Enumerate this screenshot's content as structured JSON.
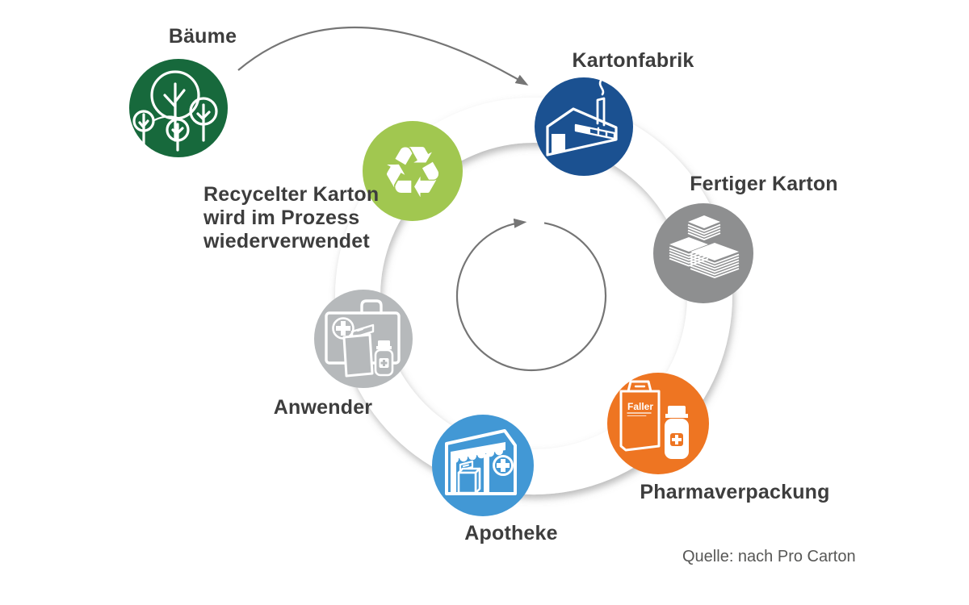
{
  "diagram": {
    "source_note": "Quelle: nach Pro Carton",
    "cycle_direction": "clockwise",
    "brand_on_package": "Faller",
    "nodes": [
      {
        "id": "baeume",
        "label": "Bäume",
        "color": "#17693c",
        "icon": "trees-icon"
      },
      {
        "id": "kartonfabrik",
        "label": "Kartonfabrik",
        "color": "#1b5191",
        "icon": "factory-icon"
      },
      {
        "id": "fertiger-karton",
        "label": "Fertiger Karton",
        "color": "#8e8f90",
        "icon": "carton-stack-icon"
      },
      {
        "id": "pharmaverpackung",
        "label": "Pharmaverpackung",
        "color": "#ee7522",
        "icon": "pharma-package-icon"
      },
      {
        "id": "apotheke",
        "label": "Apotheke",
        "color": "#4298d5",
        "icon": "pharmacy-icon"
      },
      {
        "id": "anwender",
        "label": "Anwender",
        "color": "#b6b9bb",
        "icon": "first-aid-kit-icon"
      },
      {
        "id": "recycelter-karton",
        "label": "Recycelter Karton wird im Prozess wiederverwendet",
        "label_lines": [
          "Recycelter Karton",
          "wird im Prozess",
          "wiederverwendet"
        ],
        "color": "#a1c750",
        "icon": "recycle-icon"
      }
    ]
  }
}
